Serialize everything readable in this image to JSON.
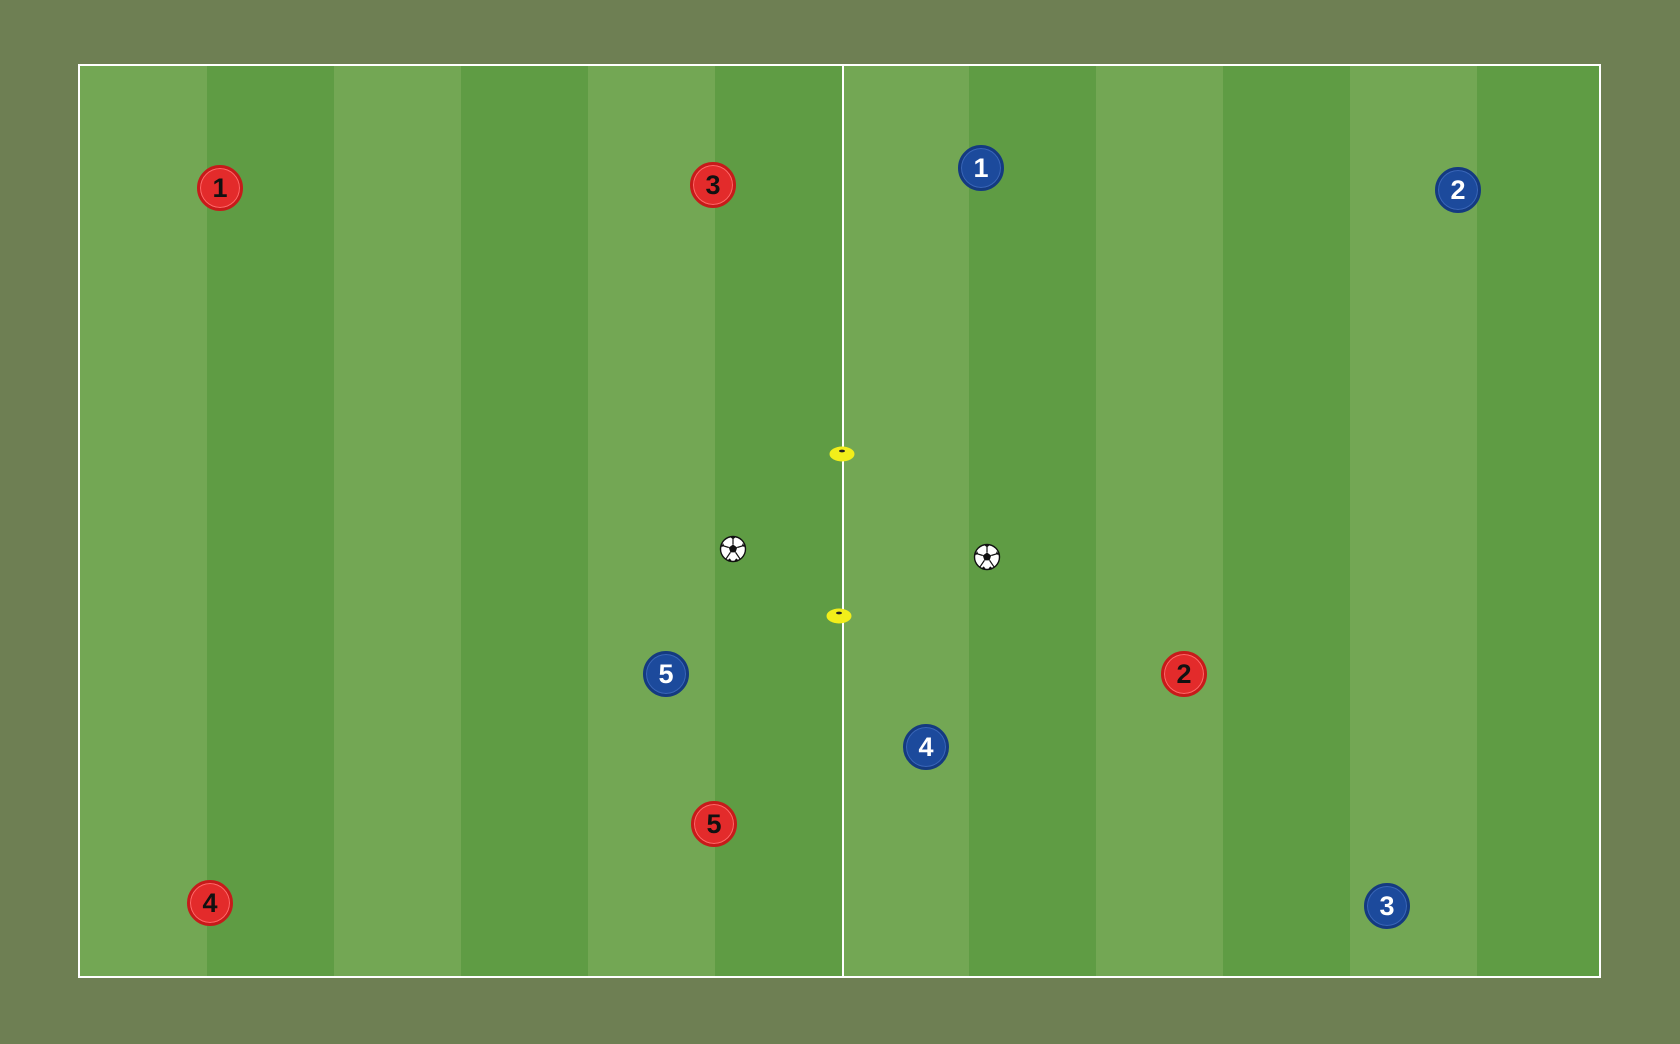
{
  "colors": {
    "background": "#6e7f53",
    "stripe_light": "#73a754",
    "stripe_dark": "#5f9c44",
    "line": "#ffffff",
    "red_team": "#e32b2b",
    "blue_team": "#1c4a9c",
    "cone": "#f2ee1a"
  },
  "red_players": [
    {
      "number": "1"
    },
    {
      "number": "3"
    },
    {
      "number": "4"
    },
    {
      "number": "5"
    },
    {
      "number": "2"
    }
  ],
  "blue_players": [
    {
      "number": "1"
    },
    {
      "number": "2"
    },
    {
      "number": "5"
    },
    {
      "number": "4"
    },
    {
      "number": "3"
    }
  ],
  "equipment": {
    "cones": 2,
    "balls": 2
  }
}
